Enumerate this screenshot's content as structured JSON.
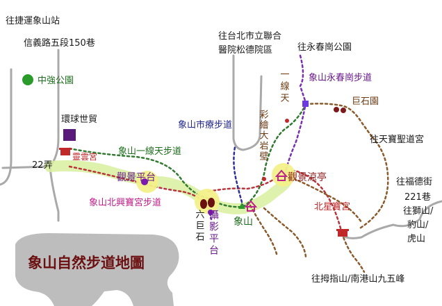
{
  "title": "象山自然步道地圖",
  "colors": {
    "gray_road": "#a9a9a9",
    "glow": "#d8f0a0",
    "green_trail": "#2f7a2f",
    "red_trail": "#b8333a",
    "purple_trail": "#7a2fb0",
    "blue_trail": "#2d2f9c",
    "brown_trail": "#8b5a2b",
    "yellow_node": "#f2f08a"
  },
  "labels": {
    "mrt": "往捷運象山站",
    "xinyi_lane": "信義路五段150巷",
    "zhongqiang_park": "中強公園",
    "world_trade": "環球世貿",
    "lingyun_temple": "靈雲宮",
    "lane22": "22弄",
    "yixiantian_trail": "象山一線天步道",
    "shimin_trail": "象山市療步道",
    "hospital_line1": "往台北市立聯合",
    "hospital_line2": "醫院松德院區",
    "yongchun_park": "往永春崗公園",
    "yongchun_trail": "象山永春崗步道",
    "yixiantian_vertical": "一線天",
    "juishi_garden": "巨石園",
    "tianbao_temple": "往天寶聖道宮",
    "caihui_rock": "彩繪大岩壁",
    "guanjing_pavilion": "觀景涼亭",
    "guanjing_platform": "觀景平台",
    "beixing_trail": "象山北興寶宮步道",
    "six_rocks": "六巨石",
    "photo_platform": "攝影平台",
    "xiangshan_peak": "象山",
    "beixing_temple": "北星寶宮",
    "fude_street_1": "往福德街",
    "fude_street_2": "221巷",
    "lion_mtn": "往獅山/",
    "leopard_mtn": "豹山/",
    "tiger_mtn": "虎山",
    "muzhi_mtn": "往拇指山/南港山九五峰"
  }
}
